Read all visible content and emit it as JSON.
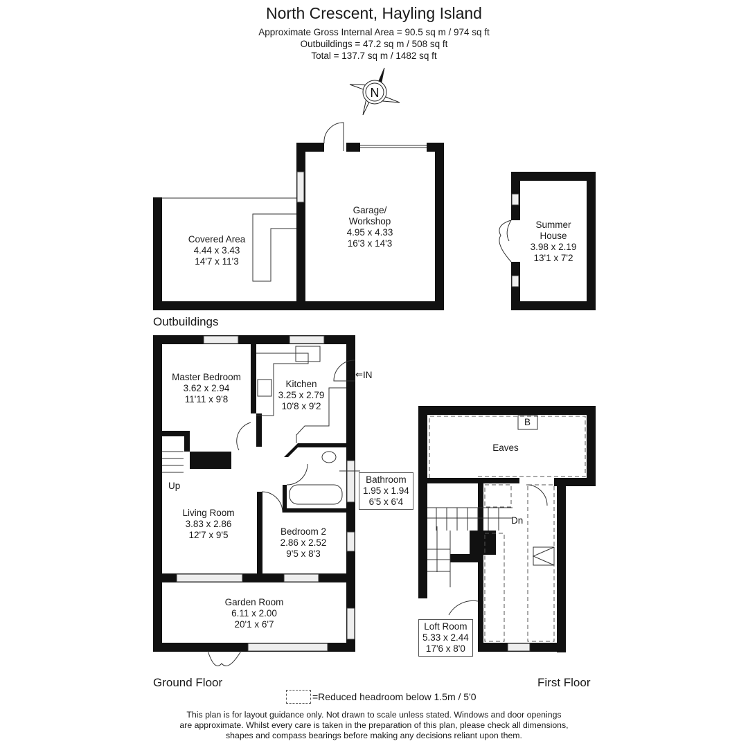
{
  "header": {
    "title": "North Crescent, Hayling Island",
    "lines": [
      "Approximate Gross Internal Area = 90.5 sq m / 974 sq ft",
      "Outbuildings = 47.2 sq m / 508 sq ft",
      "Total = 137.7 sq m / 1482 sq ft"
    ]
  },
  "compass": {
    "icon": "north-compass-icon",
    "label": "N"
  },
  "sections": {
    "outbuildings": "Outbuildings",
    "ground_floor": "Ground Floor",
    "first_floor": "First Floor"
  },
  "rooms": {
    "covered_area": {
      "name": "Covered Area",
      "metric": "4.44 x 3.43",
      "imperial": "14'7 x 11'3"
    },
    "garage": {
      "name": "Garage/",
      "name2": "Workshop",
      "metric": "4.95 x 4.33",
      "imperial": "16'3 x 14'3"
    },
    "summer_house": {
      "name": "Summer",
      "name2": "House",
      "metric": "3.98 x 2.19",
      "imperial": "13'1 x 7'2"
    },
    "master_bedroom": {
      "name": "Master Bedroom",
      "metric": "3.62 x 2.94",
      "imperial": "11'11 x 9'8"
    },
    "kitchen": {
      "name": "Kitchen",
      "metric": "3.25 x 2.79",
      "imperial": "10'8 x 9'2"
    },
    "bathroom": {
      "name": "Bathroom",
      "metric": "1.95 x 1.94",
      "imperial": "6'5 x 6'4"
    },
    "living_room": {
      "name": "Living Room",
      "metric": "3.83 x 2.86",
      "imperial": "12'7 x 9'5"
    },
    "bedroom_2": {
      "name": "Bedroom 2",
      "metric": "2.86 x 2.52",
      "imperial": "9'5 x 8'3"
    },
    "garden_room": {
      "name": "Garden Room",
      "metric": "6.11 x 2.00",
      "imperial": "20'1 x 6'7"
    },
    "eaves": {
      "name": "Eaves"
    },
    "loft_room": {
      "name": "Loft Room",
      "metric": "5.33 x 2.44",
      "imperial": "17'6 x 8'0"
    }
  },
  "markers": {
    "entrance": "IN",
    "stairs_up": "Up",
    "stairs_down": "Dn",
    "boiler": "B"
  },
  "legend": {
    "text": "=Reduced headroom below 1.5m / 5'0"
  },
  "disclaimer": [
    "This plan is for layout guidance only. Not drawn to scale unless stated. Windows and door openings",
    "are approximate. Whilst every care is taken in the preparation of this plan, please check all dimensions,",
    "shapes and compass bearings before making any decisions reliant upon them."
  ]
}
